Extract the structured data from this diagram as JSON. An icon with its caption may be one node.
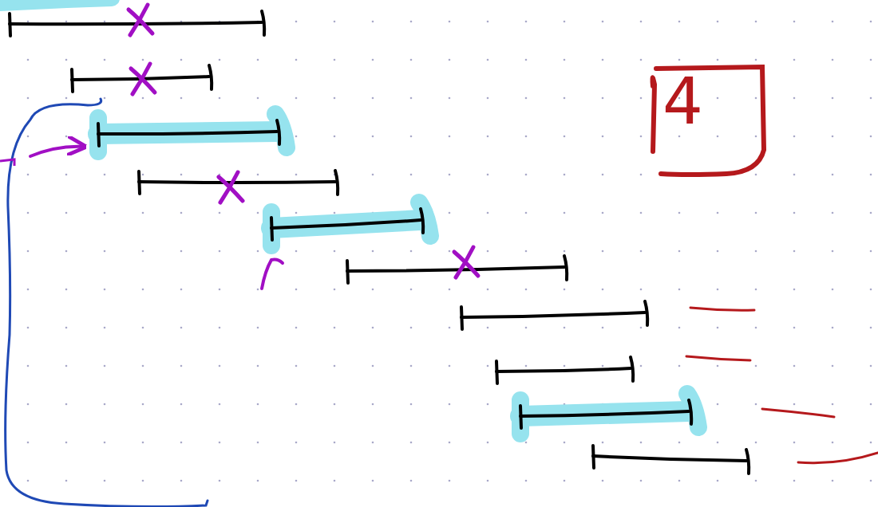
{
  "diagram": {
    "nodes": [
      {
        "text": [
          "4"
        ]
      },
      {
        "text": [],
        "shape": "bar"
      }
    ],
    "edges": [
      {
        "from": null,
        "to": 1,
        "arrow": "to"
      }
    ]
  }
}
